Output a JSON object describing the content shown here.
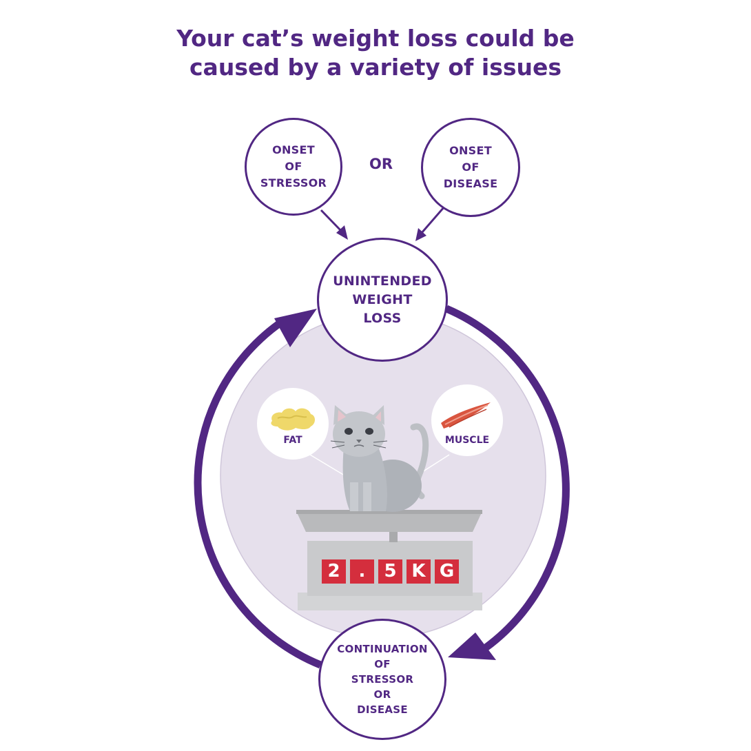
{
  "title_lines": [
    "Your cat’s weight loss could be",
    "caused by a variety of issues"
  ],
  "nodes": {
    "stressor": "ONSET\nOF\nSTRESSOR",
    "connector": "OR",
    "disease": "ONSET\nOF\nDISEASE",
    "weight_loss": "UNINTENDED\nWEIGHT\nLOSS",
    "continuation": "CONTINUATION\nOF\nSTRESSOR\nOR\nDISEASE"
  },
  "tissues": {
    "fat": "FAT",
    "muscle": "MUSCLE"
  },
  "scale_display": [
    "2",
    ".",
    "5",
    "K",
    "G"
  ],
  "colors": {
    "primary": "#512783",
    "background_circle": "#e6e0ec",
    "display_red": "#d42e3d",
    "scale_gray": "#b9babc",
    "fat_yellow": "#efd86a",
    "muscle_red": "#d9553f"
  }
}
